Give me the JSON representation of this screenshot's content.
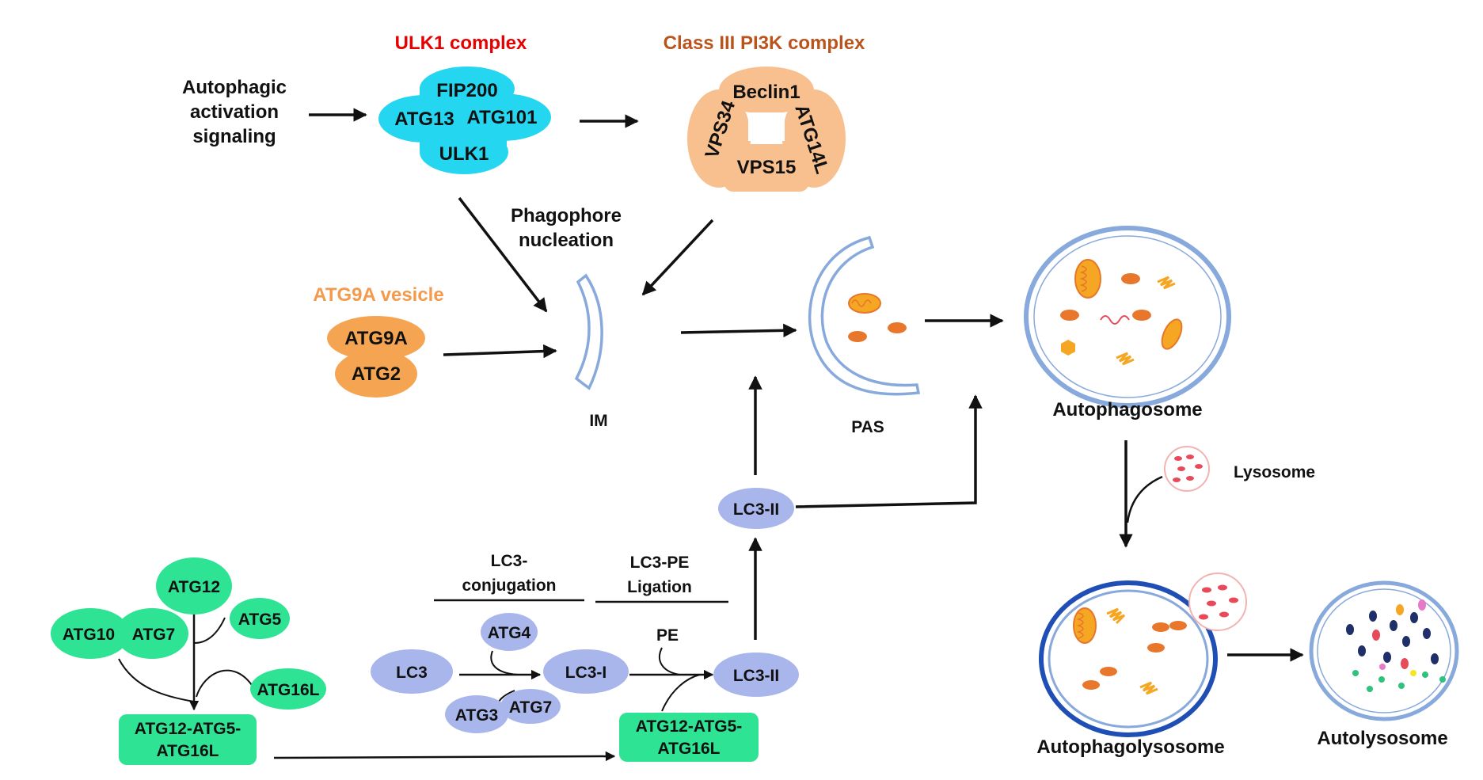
{
  "colors": {
    "ulk1_title": "#e60000",
    "pi3k_title": "#b8541c",
    "atg9a_title": "#f39a4c",
    "ulk1_fill": "#25d6f0",
    "pi3k_fill": "#f8c08e",
    "atg9a_fill": "#f5a552",
    "lc3_fill": "#a9b6ec",
    "atg_green": "#2ee393",
    "membrane_blue": "#88a9db",
    "cargo_orange": "#e8762b",
    "cargo_yellow": "#f5a623",
    "lysosome_red": "#e84a5a",
    "lysosome_outline": "#f2b3b3",
    "arrow": "#111111"
  },
  "ulk1": {
    "title": "ULK1 complex",
    "fip200": "FIP200",
    "atg13": "ATG13",
    "atg101": "ATG101",
    "ulk1": "ULK1"
  },
  "pi3k": {
    "title": "Class III  PI3K complex",
    "beclin1": "Beclin1",
    "vps34": "VPS34",
    "atg14l": "ATG14L",
    "vps15": "VPS15"
  },
  "activation": {
    "line1": "Autophagic",
    "line2": "activation",
    "line3": "signaling"
  },
  "nucleation": {
    "line1": "Phagophore",
    "line2": "nucleation"
  },
  "atg9a_vesicle": {
    "title": "ATG9A vesicle",
    "atg9a": "ATG9A",
    "atg2": "ATG2"
  },
  "stages": {
    "im": "IM",
    "pas": "PAS",
    "autophagosome": "Autophagosome",
    "lysosome": "Lysosome",
    "autophagolysosome": "Autophagolysosome",
    "autolysosome": "Autolysosome"
  },
  "lc3_conjugation": {
    "label_line1": "LC3-",
    "label_line2": "conjugation",
    "lc3": "LC3",
    "atg4": "ATG4",
    "lc3_i": "LC3-I",
    "atg3": "ATG3",
    "atg7": "ATG7"
  },
  "lc3_ligation": {
    "label_line1": "LC3-PE",
    "label_line2": "Ligation",
    "pe": "PE",
    "lc3_ii": "LC3-II",
    "lc3_ii_upper": "LC3-II",
    "complex_line1": "ATG12-ATG5-",
    "complex_line2": "ATG16L"
  },
  "atg12_system": {
    "atg12": "ATG12",
    "atg10": "ATG10",
    "atg7": "ATG7",
    "atg5": "ATG5",
    "atg16l": "ATG16L",
    "complex_line1": "ATG12-ATG5-",
    "complex_line2": "ATG16L"
  }
}
